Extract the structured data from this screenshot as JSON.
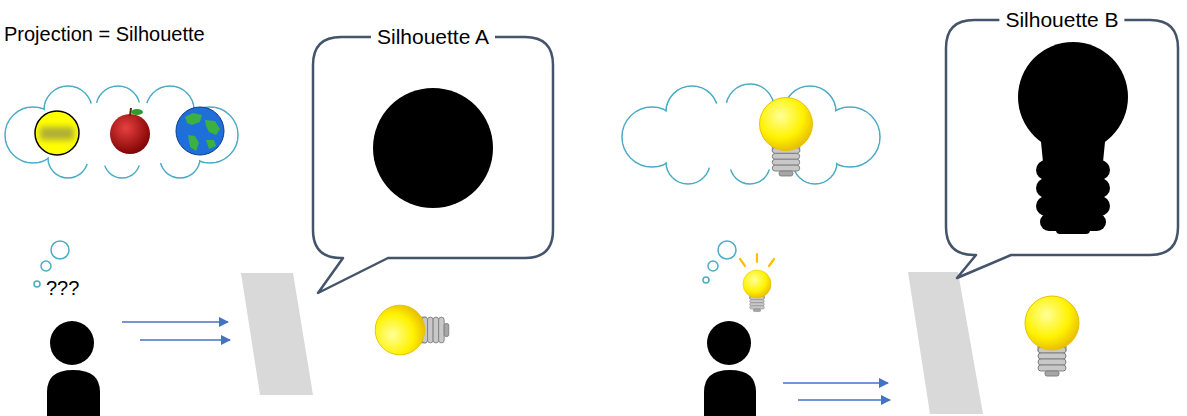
{
  "diagram": {
    "nodes": [
      {
        "text": [
          "Silhouette A"
        ]
      },
      {
        "text": [
          "Silhouette B"
        ]
      }
    ],
    "labels": [
      "Projection = Silhouette",
      "???"
    ]
  }
}
